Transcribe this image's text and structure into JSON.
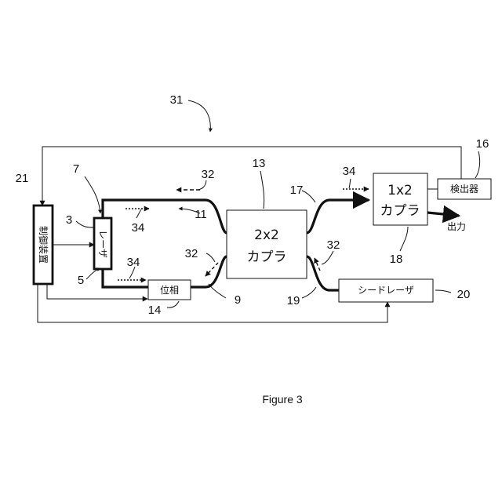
{
  "figure_number": "31",
  "caption": "Figure 3",
  "blocks": {
    "controller": {
      "label": "制御装置",
      "ref": "21"
    },
    "laser": {
      "label": "レーザ",
      "ref": "3"
    },
    "phase": {
      "label": "位相",
      "ref": "14"
    },
    "coupler_2x2": {
      "label_line1": "2x2",
      "label_line2": "カプラ",
      "ref": "13"
    },
    "coupler_1x2": {
      "label_line1": "1x2",
      "label_line2": "カプラ",
      "ref": "18"
    },
    "detector": {
      "label": "検出器",
      "ref": "16"
    },
    "seed_laser": {
      "label": "シードレーザ",
      "ref": "20"
    }
  },
  "output_label": "出力",
  "refs": {
    "laser_top_end": "7",
    "laser_bottom_end": "5",
    "upper_arm": "11",
    "lower_arm": "9",
    "coupler_output": "17",
    "seed_input": "19",
    "reflected_light_upper": "32",
    "reflected_light_lower": "32",
    "reflected_light_seed": "32",
    "emitted_light_upper": "34",
    "emitted_light_lower": "34",
    "emitted_light_output": "34"
  }
}
